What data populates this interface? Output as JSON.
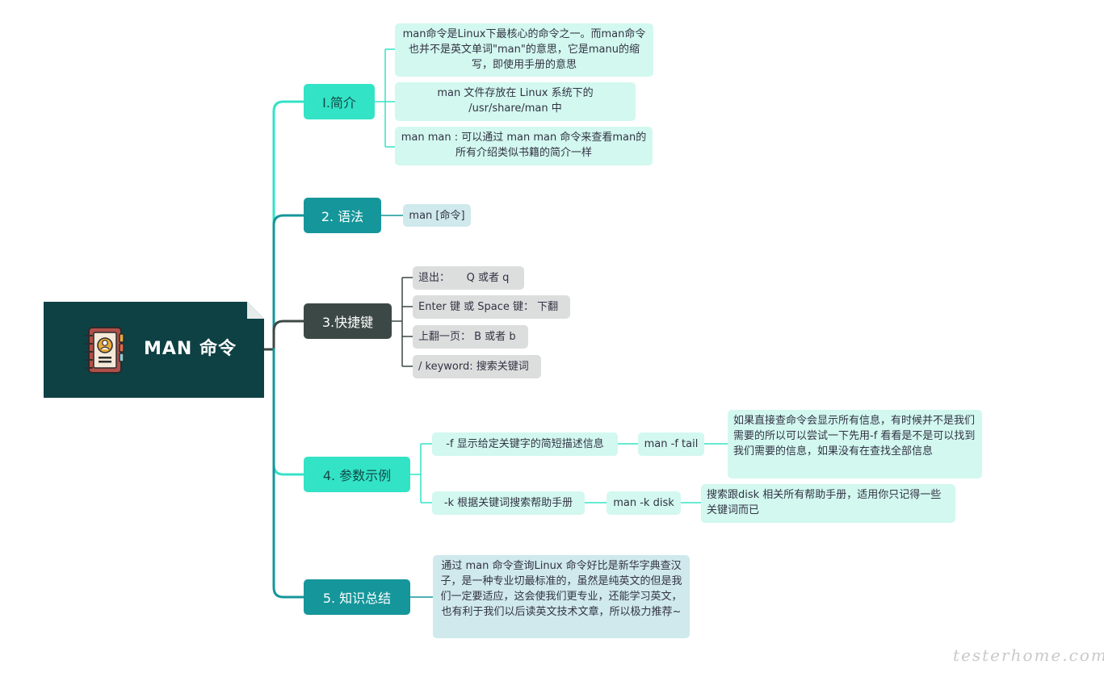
{
  "root": {
    "title": "MAN 命令",
    "icon": "address-book-icon"
  },
  "branches": [
    {
      "label": "I.简介",
      "children": [
        "man命令是Linux下最核心的命令之一。而man命令也并不是英文单词\"man\"的意思，它是manu的缩写，即使用手册的意思",
        "man 文件存放在 Linux 系统下的 /usr/share/man 中",
        "man man : 可以通过 man man 命令来查看man的所有介绍类似书籍的简介一样"
      ]
    },
    {
      "label": "2. 语法",
      "children": [
        "man [命令]"
      ]
    },
    {
      "label": "3.快捷键",
      "children": [
        "退出：     Q 或者 q",
        "Enter 键 或 Space 键： 下翻",
        "上翻一页： B 或者 b",
        "/ keyword: 搜索关键词"
      ]
    },
    {
      "label": "4. 参数示例",
      "children": [
        {
          "desc": "-f 显示给定关键字的简短描述信息",
          "example": "man -f tail",
          "note": "如果直接查命令会显示所有信息，有时候并不是我们需要的所以可以尝试一下先用-f 看看是不是可以找到我们需要的信息，如果没有在查找全部信息"
        },
        {
          "desc": "-k 根据关键词搜索帮助手册",
          "example": "man -k disk",
          "note": "搜索跟disk 相关所有帮助手册，适用你只记得一些关键词而已"
        }
      ]
    },
    {
      "label": "5. 知识总结",
      "children": [
        "通过 man 命令查询Linux 命令好比是新华字典查汉子，是一种专业切最标准的，虽然是纯英文的但是我们一定要适应，这会使我们更专业，还能学习英文，也有利于我们以后读英文技术文章，所以极力推荐~"
      ]
    }
  ],
  "watermark": "testerhome.com",
  "colors": {
    "root": "#0e4144",
    "aqua": "#33e3c6",
    "teal": "#15969a",
    "dark": "#3c4845",
    "mint": "#d2f8ef",
    "grey": "#dcdddd"
  }
}
